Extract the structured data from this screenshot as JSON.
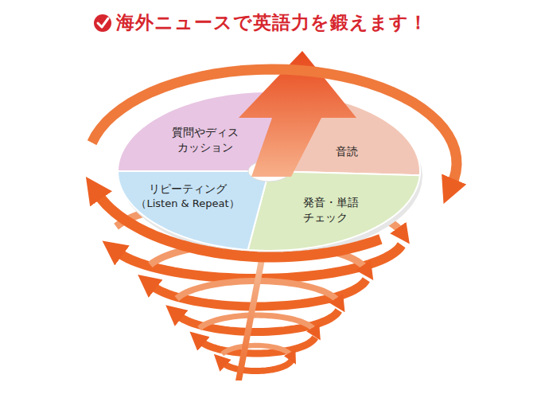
{
  "diagram": {
    "title": "海外ニュースで英語力を鍛えます！",
    "nodes": [
      {
        "text": [
          "質問やディスカッション"
        ]
      },
      {
        "text": [
          "音読"
        ]
      },
      {
        "text": [
          "リピーティング",
          "（Listen & Repeat）"
        ]
      },
      {
        "text": [
          "発音・単語 チェック"
        ]
      }
    ]
  }
}
